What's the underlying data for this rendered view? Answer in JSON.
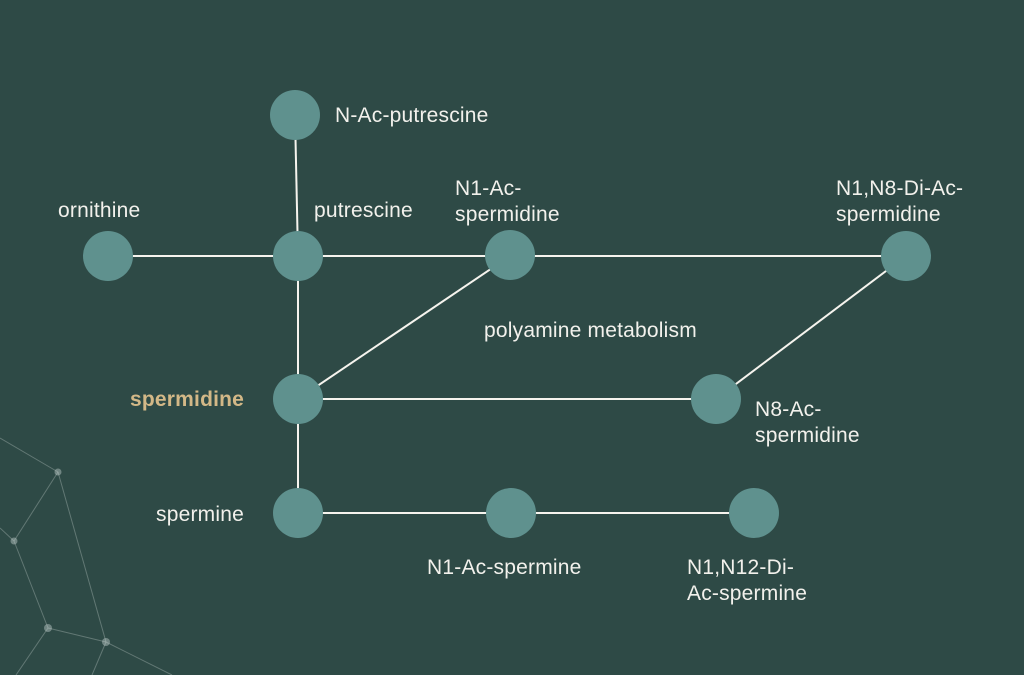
{
  "title": "polyamine metabolism",
  "colors": {
    "background": "#2e4a46",
    "node": "#5f918e",
    "edge": "#f6f4ee",
    "text": "#f2f1ec",
    "highlight": "#d3b887"
  },
  "nodes": {
    "n_ac_putrescine": {
      "label": "N-Ac-putrescine"
    },
    "ornithine": {
      "label": "ornithine"
    },
    "putrescine": {
      "label": "putrescine"
    },
    "n1_ac_spermidine": {
      "label": "N1-Ac-\nspermidine"
    },
    "n1n8_di_ac_spermidine": {
      "label": "N1,N8-Di-Ac-\nspermidine"
    },
    "spermidine": {
      "label": "spermidine",
      "highlighted": true
    },
    "n8_ac_spermidine": {
      "label": "N8-Ac-\nspermidine"
    },
    "spermine": {
      "label": "spermine"
    },
    "n1_ac_spermine": {
      "label": "N1-Ac-spermine"
    },
    "n1n12_di_ac_spermine": {
      "label": "N1,N12-Di-\nAc-spermine"
    }
  },
  "edges": [
    [
      "n_ac_putrescine",
      "putrescine"
    ],
    [
      "ornithine",
      "putrescine"
    ],
    [
      "putrescine",
      "n1_ac_spermidine"
    ],
    [
      "n1_ac_spermidine",
      "n1n8_di_ac_spermidine"
    ],
    [
      "putrescine",
      "spermidine"
    ],
    [
      "spermidine",
      "n1_ac_spermidine"
    ],
    [
      "spermidine",
      "n8_ac_spermidine"
    ],
    [
      "n8_ac_spermidine",
      "n1n8_di_ac_spermidine"
    ],
    [
      "spermidine",
      "spermine"
    ],
    [
      "spermine",
      "n1_ac_spermine"
    ],
    [
      "n1_ac_spermine",
      "n1n12_di_ac_spermine"
    ]
  ]
}
